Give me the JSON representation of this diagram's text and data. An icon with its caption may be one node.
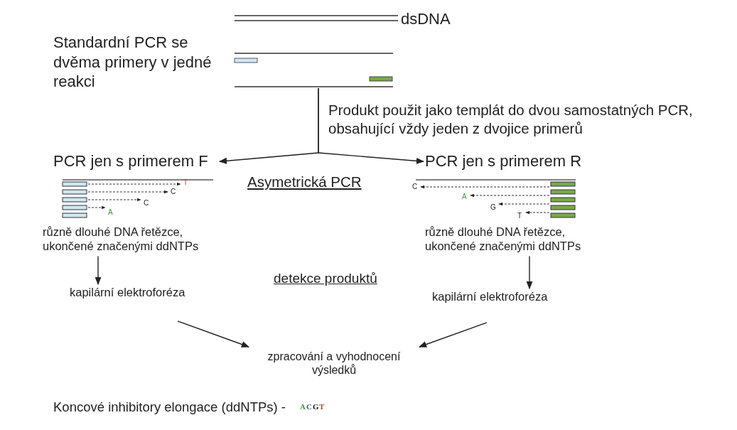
{
  "diagram": {
    "nodes": [
      {
        "text": [],
        "shape": "picture"
      },
      {
        "text": [
          "PCR jen s primerem F"
        ]
      },
      {
        "text": [
          "PCR jen s primerem R"
        ]
      },
      {
        "text": [
          "různě dlouhé DNA řetězce, ukončené značenými ddNTPs"
        ]
      },
      {
        "text": [
          "různě dlouhé DNA řetězce, ukončené značenými ddNTPs"
        ]
      },
      {
        "text": [
          "kapilární elektroforéza"
        ]
      },
      {
        "text": [
          "kapilární elektroforéza"
        ]
      },
      {
        "text": [
          "zpracování a vyhodnocení výsledků"
        ]
      }
    ],
    "edges": [
      {
        "from": 0,
        "to": 1,
        "arrow": "to"
      },
      {
        "from": 0,
        "to": 2,
        "arrow": "to"
      },
      {
        "from": 3,
        "to": 5,
        "arrow": "to"
      },
      {
        "from": 4,
        "to": 6,
        "arrow": "to"
      },
      {
        "from": 5,
        "to": 7,
        "arrow": "to"
      },
      {
        "from": 6,
        "to": 7,
        "arrow": "to"
      }
    ],
    "labels": [
      "dsDNA",
      "Standardní PCR se dvěma primery v jedné reakci",
      "Produkt použit jako templát do dvou samostatných PCR, obsahující vždy jeden z dvojice primerů",
      "Asymetrická PCR",
      "T",
      "C",
      "C",
      "A",
      "C",
      "A",
      "G",
      "T",
      "detekce produktů",
      "Koncové inhibitory elongace (ddNTPs) -",
      "A",
      "C",
      "G",
      "T"
    ]
  }
}
